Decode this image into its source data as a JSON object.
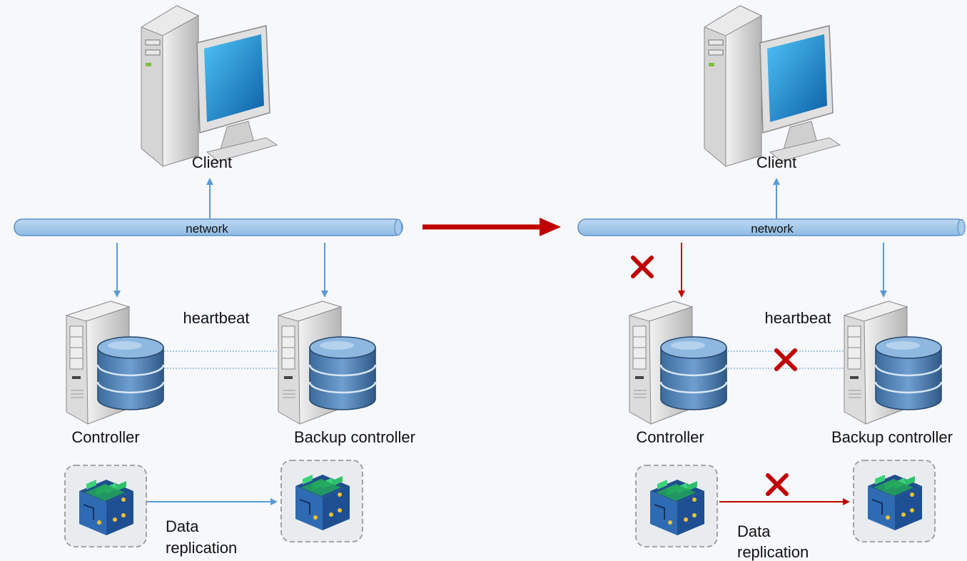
{
  "left": {
    "client_label": "Client",
    "network_label": "network",
    "heartbeat_label": "heartbeat",
    "controller_label": "Controller",
    "backup_label": "Backup controller",
    "replication_line1": "Data",
    "replication_line2": "replication"
  },
  "right": {
    "client_label": "Client",
    "network_label": "network",
    "heartbeat_label": "heartbeat",
    "controller_label": "Controller",
    "backup_label": "Backup controller",
    "replication_line1": "Data",
    "replication_line2": "replication"
  },
  "colors": {
    "arrow_blue": "#5b9bd5",
    "arrow_red": "#c00000",
    "network_fill": "#9dc3e6",
    "failure_mark": "#c00000"
  },
  "icons": {
    "client": "desktop-computer-icon",
    "controller": "server-database-icon",
    "storage": "storage-module-icon",
    "failure": "x-mark-icon"
  }
}
